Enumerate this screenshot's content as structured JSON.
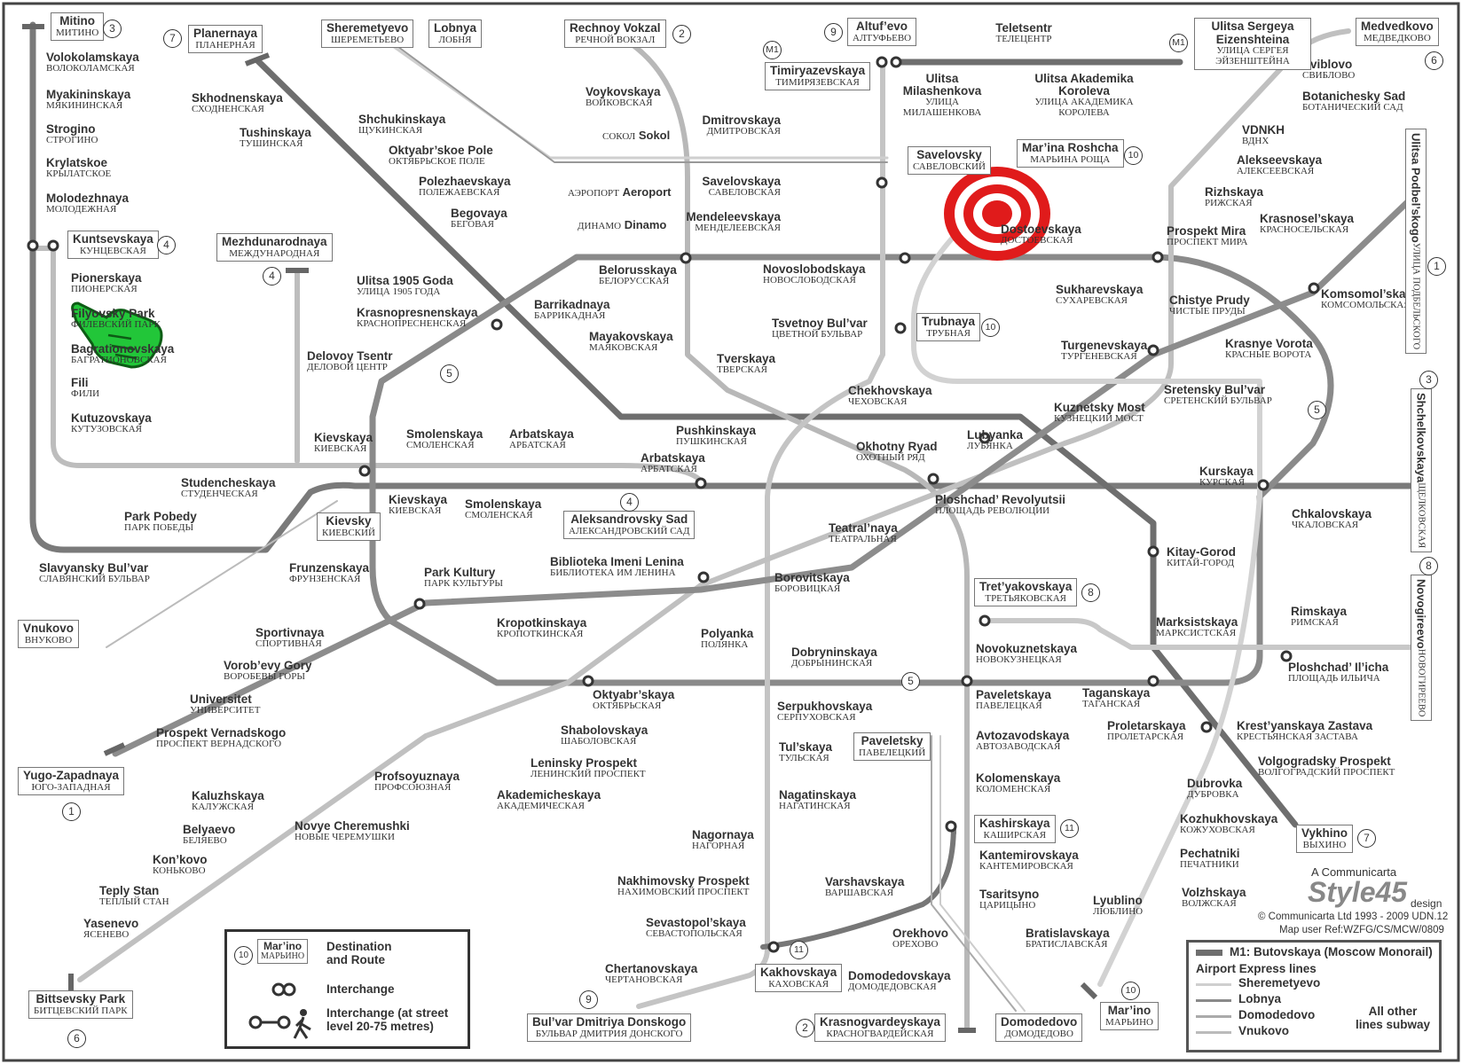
{
  "stations": [
    {
      "key": "mitino_l",
      "en": "Volokolamskaya",
      "ru": "ВОЛОКОЛАМСКАЯ"
    },
    {
      "key": "myak",
      "en": "Myakininskaya",
      "ru": "МЯКИНИНСКАЯ"
    },
    {
      "key": "strog",
      "en": "Strogino",
      "ru": "СТРОГИНО"
    },
    {
      "key": "kryl",
      "en": "Krylatskoe",
      "ru": "КРЫЛАТСКОЕ"
    },
    {
      "key": "molod",
      "en": "Molodezhnaya",
      "ru": "МОЛОДЕЖНАЯ"
    },
    {
      "key": "pion",
      "en": "Pionerskaya",
      "ru": "ПИОНЕРСКАЯ"
    },
    {
      "key": "fili_park",
      "en": "Filyovsky Park",
      "ru": "ФИЛЕВСКИЙ ПАРК"
    },
    {
      "key": "bagr",
      "en": "Bagrationovskaya",
      "ru": "БАГРАТИОНОВСКАЯ"
    },
    {
      "key": "fili",
      "en": "Fili",
      "ru": "ФИЛИ"
    },
    {
      "key": "kutuz",
      "en": "Kutuzovskaya",
      "ru": "КУТУЗОВСКАЯ"
    },
    {
      "key": "stud",
      "en": "Studencheskaya",
      "ru": "СТУДЕНЧЕСКАЯ"
    },
    {
      "key": "ppob",
      "en": "Park Pobedy",
      "ru": "ПАРК ПОБЕДЫ"
    },
    {
      "key": "slav",
      "en": "Slavyansky Bul’var",
      "ru": "СЛАВЯНСКИЙ БУЛЬВАР"
    },
    {
      "key": "skhod",
      "en": "Skhodnenskaya",
      "ru": "СХОДНЕНСКАЯ"
    },
    {
      "key": "tush",
      "en": "Tushinskaya",
      "ru": "ТУШИНСКАЯ"
    },
    {
      "key": "shchuk",
      "en": "Shchukinskaya",
      "ru": "ЩУКИНСКАЯ"
    },
    {
      "key": "okt_pole",
      "en": "Oktyabr’skoe Pole",
      "ru": "ОКТЯБРЬСКОЕ ПОЛЕ"
    },
    {
      "key": "polezh",
      "en": "Polezhaevskaya",
      "ru": "ПОЛЕЖАЕВСКАЯ"
    },
    {
      "key": "beg",
      "en": "Begovaya",
      "ru": "БЕГОВАЯ"
    },
    {
      "key": "u1905",
      "en": "Ulitsa 1905 Goda",
      "ru": "УЛИЦА 1905 ГОДА"
    },
    {
      "key": "krpres",
      "en": "Krasnopresnenskaya",
      "ru": "КРАСНОПРЕСНЕНСКАЯ"
    },
    {
      "key": "barr",
      "en": "Barrikadnaya",
      "ru": "БАРРИКАДНАЯ"
    },
    {
      "key": "delovoy",
      "en": "Delovoy Tsentr",
      "ru": "ДЕЛОВОЙ ЦЕНТР"
    },
    {
      "key": "kiev1",
      "en": "Kievskaya",
      "ru": "КИЕВСКАЯ"
    },
    {
      "key": "kiev2",
      "en": "Kievskaya",
      "ru": "КИЕВСКАЯ"
    },
    {
      "key": "smol1",
      "en": "Smolenskaya",
      "ru": "СМОЛЕНСКАЯ"
    },
    {
      "key": "smol2",
      "en": "Smolenskaya",
      "ru": "СМОЛЕНСКАЯ"
    },
    {
      "key": "arb1",
      "en": "Arbatskaya",
      "ru": "АРБАТСКАЯ"
    },
    {
      "key": "arb2",
      "en": "Arbatskaya",
      "ru": "АРБАТСКАЯ"
    },
    {
      "key": "voyk",
      "en": "Voykovskaya",
      "ru": "ВОЙКОВСКАЯ"
    },
    {
      "key": "belor",
      "en": "Belorusskaya",
      "ru": "БЕЛОРУССКАЯ"
    },
    {
      "key": "mayak",
      "en": "Mayakovskaya",
      "ru": "МАЯКОВСКАЯ"
    },
    {
      "key": "tver",
      "en": "Tverskaya",
      "ru": "ТВЕРСКАЯ"
    },
    {
      "key": "pushk",
      "en": "Pushkinskaya",
      "ru": "ПУШКИНСКАЯ"
    },
    {
      "key": "chekh",
      "en": "Chekhovskaya",
      "ru": "ЧЕХОВСКАЯ"
    },
    {
      "key": "dmitr",
      "en": "Dmitrovskaya",
      "ru": "ДМИТРОВСКАЯ"
    },
    {
      "key": "savel",
      "en": "Savelovskaya",
      "ru": "САВЕЛОВСКАЯ"
    },
    {
      "key": "mendel",
      "en": "Mendeleevskaya",
      "ru": "МЕНДЕЛЕЕВСКАЯ"
    },
    {
      "key": "novosl",
      "en": "Novoslobodskaya",
      "ru": "НОВОСЛОБОДСКАЯ"
    },
    {
      "key": "tsvet",
      "en": "Tsvetnoy Bul’var",
      "ru": "ЦВЕТНОЙ БУЛЬВАР"
    },
    {
      "key": "dost",
      "en": "Dostoevskaya",
      "ru": "ДОСТОЕВСКАЯ"
    },
    {
      "key": "ulmil",
      "en": "Ulitsa\nMilashenkova",
      "ru": "УЛИЦА\nМИЛАШЕНКОВА"
    },
    {
      "key": "ulakad",
      "en": "Ulitsa Akademika\nKoroleva",
      "ru": "УЛИЦА АКАДЕМИКА\nКОРОЛЕВА"
    },
    {
      "key": "telets",
      "en": "Teletsentr",
      "ru": "ТЕЛЕЦЕНТР"
    },
    {
      "key": "sviblovo",
      "en": "Sviblovo",
      "ru": "СВИБЛОВО"
    },
    {
      "key": "botan",
      "en": "Botanichesky Sad",
      "ru": "БОТАНИЧЕСКИЙ САД"
    },
    {
      "key": "vdnkh",
      "en": "VDNKH",
      "ru": "ВДНХ"
    },
    {
      "key": "alekseev",
      "en": "Alekseevskaya",
      "ru": "АЛЕКСЕЕВСКАЯ"
    },
    {
      "key": "rizh",
      "en": "Rizhskaya",
      "ru": "РИЖСКАЯ"
    },
    {
      "key": "krsel",
      "en": "Krasnosel’skaya",
      "ru": "КРАСНОСЕЛЬСКАЯ"
    },
    {
      "key": "pmira",
      "en": "Prospekt Mira",
      "ru": "ПРОСПЕКТ МИРА"
    },
    {
      "key": "sukh",
      "en": "Sukharevskaya",
      "ru": "СУХАРЕВСКАЯ"
    },
    {
      "key": "chprud",
      "en": "Chistye Prudy",
      "ru": "ЧИСТЫЕ ПРУДЫ"
    },
    {
      "key": "turg",
      "en": "Turgenevskaya",
      "ru": "ТУРГЕНЕВСКАЯ"
    },
    {
      "key": "krvor",
      "en": "Krasnye Vorota",
      "ru": "КРАСНЫЕ ВОРОТА"
    },
    {
      "key": "sret",
      "en": "Sretensky Bul’var",
      "ru": "СРЕТЕНСКИЙ БУЛЬВАР"
    },
    {
      "key": "komsom",
      "en": "Komsomol’skaya",
      "ru": "КОМСОМОЛЬСКАЯ"
    },
    {
      "key": "kuzn",
      "en": "Kuznetsky Most",
      "ru": "КУЗНЕЦКИЙ МОСТ"
    },
    {
      "key": "lub",
      "en": "Lubyanka",
      "ru": "ЛУБЯНКА"
    },
    {
      "key": "ohr",
      "en": "Okhotny Ryad",
      "ru": "ОХОТНЫЙ РЯД"
    },
    {
      "key": "pl_rev",
      "en": "Ploshchad’ Revolyutsii",
      "ru": "ПЛОЩАДЬ РЕВОЛЮЦИИ"
    },
    {
      "key": "teatr",
      "en": "Teatral’naya",
      "ru": "ТЕАТРАЛЬНАЯ"
    },
    {
      "key": "kursk",
      "en": "Kurskaya",
      "ru": "КУРСКАЯ"
    },
    {
      "key": "chkal",
      "en": "Chkalovskaya",
      "ru": "ЧКАЛОВСКАЯ"
    },
    {
      "key": "kitay",
      "en": "Kitay-Gorod",
      "ru": "КИТАЙ-ГОРОД"
    },
    {
      "key": "bibl",
      "en": "Biblioteka Imeni Lenina",
      "ru": "БИБЛИОТЕКА ИМ ЛЕНИНА"
    },
    {
      "key": "borov",
      "en": "Borovitskaya",
      "ru": "БОРОВИЦКАЯ"
    },
    {
      "key": "frunz",
      "en": "Frunzenskaya",
      "ru": "ФРУНЗЕНСКАЯ"
    },
    {
      "key": "pkult",
      "en": "Park Kultury",
      "ru": "ПАРК КУЛЬТУРЫ"
    },
    {
      "key": "kropot",
      "en": "Kropotkinskaya",
      "ru": "КРОПОТКИНСКАЯ"
    },
    {
      "key": "sportiv",
      "en": "Sportivnaya",
      "ru": "СПОРТИВНАЯ"
    },
    {
      "key": "vorob",
      "en": "Vorob’evy Gory",
      "ru": "ВОРОБЕВЫ ГОРЫ"
    },
    {
      "key": "univ",
      "en": "Universitet",
      "ru": "УНИВЕРСИТЕТ"
    },
    {
      "key": "pvern",
      "en": "Prospekt Vernadskogo",
      "ru": "ПРОСПЕКТ ВЕРНАДСКОГО"
    },
    {
      "key": "polyanka",
      "en": "Polyanka",
      "ru": "ПОЛЯНКА"
    },
    {
      "key": "dobr",
      "en": "Dobryninskaya",
      "ru": "ДОБРЫНИНСКАЯ"
    },
    {
      "key": "serp",
      "en": "Serpukhovskaya",
      "ru": "СЕРПУХОВСКАЯ"
    },
    {
      "key": "oktyab",
      "en": "Oktyabr’skaya",
      "ru": "ОКТЯБРЬСКАЯ"
    },
    {
      "key": "shabol",
      "en": "Shabolovskaya",
      "ru": "ШАБОЛОВСКАЯ"
    },
    {
      "key": "lenpr",
      "en": "Leninsky Prospekt",
      "ru": "ЛЕНИНСКИЙ ПРОСПЕКТ"
    },
    {
      "key": "akadem",
      "en": "Akademicheskaya",
      "ru": "АКАДЕМИЧЕСКАЯ"
    },
    {
      "key": "profs",
      "en": "Profsoyuznaya",
      "ru": "ПРОФСОЮЗНАЯ"
    },
    {
      "key": "novcher",
      "en": "Novye Cheremushki",
      "ru": "НОВЫЕ ЧЕРЕМУШКИ"
    },
    {
      "key": "kaluzh",
      "en": "Kaluzhskaya",
      "ru": "КАЛУЖСКАЯ"
    },
    {
      "key": "belyaevo",
      "en": "Belyaevo",
      "ru": "БЕЛЯЕВО"
    },
    {
      "key": "konkovo",
      "en": "Kon’kovo",
      "ru": "КОНЬКОВО"
    },
    {
      "key": "teply",
      "en": "Teply Stan",
      "ru": "ТЕПЛЫЙ СТАН"
    },
    {
      "key": "yasen",
      "en": "Yasenevo",
      "ru": "ЯСЕНЕВО"
    },
    {
      "key": "tulsk",
      "en": "Tul’skaya",
      "ru": "ТУЛЬСКАЯ"
    },
    {
      "key": "nagat",
      "en": "Nagatinskaya",
      "ru": "НАГАТИНСКАЯ"
    },
    {
      "key": "nagorn",
      "en": "Nagornaya",
      "ru": "НАГОРНАЯ"
    },
    {
      "key": "nakhim",
      "en": "Nakhimovsky Prospekt",
      "ru": "НАХИМОВСКИЙ ПРОСПЕКТ"
    },
    {
      "key": "sevast",
      "en": "Sevastopol’skaya",
      "ru": "СЕВАСТОПОЛЬСКАЯ"
    },
    {
      "key": "chert",
      "en": "Chertanovskaya",
      "ru": "ЧЕРТАНОВСКАЯ"
    },
    {
      "key": "varsh",
      "en": "Varshavskaya",
      "ru": "ВАРШАВСКАЯ"
    },
    {
      "key": "novokuz",
      "en": "Novokuznetskaya",
      "ru": "НОВОКУЗНЕЦКАЯ"
    },
    {
      "key": "pavel",
      "en": "Paveletskaya",
      "ru": "ПАВЕЛЕЦКАЯ"
    },
    {
      "key": "avtoz",
      "en": "Avtozavodskaya",
      "ru": "АВТОЗАВОДСКАЯ"
    },
    {
      "key": "kolom",
      "en": "Kolomenskaya",
      "ru": "КОЛОМЕНСКАЯ"
    },
    {
      "key": "kantem",
      "en": "Kantemirovskaya",
      "ru": "КАНТЕМИРОВСКАЯ"
    },
    {
      "key": "tsarits",
      "en": "Tsaritsyno",
      "ru": "ЦАРИЦЫНО"
    },
    {
      "key": "orekh",
      "en": "Orekhovo",
      "ru": "ОРЕХОВО"
    },
    {
      "key": "domod",
      "en": "Domodedovskaya",
      "ru": "ДОМОДЕДОВСКАЯ"
    },
    {
      "key": "bratis",
      "en": "Bratislavskaya",
      "ru": "БРАТИСЛАВСКАЯ"
    },
    {
      "key": "lyubl",
      "en": "Lyublino",
      "ru": "ЛЮБЛИНО"
    },
    {
      "key": "volzh",
      "en": "Volzhskaya",
      "ru": "ВОЛЖСКАЯ"
    },
    {
      "key": "pech",
      "en": "Pechatniki",
      "ru": "ПЕЧАТНИКИ"
    },
    {
      "key": "kozh",
      "en": "Kozhukhovskaya",
      "ru": "КОЖУХОВСКАЯ"
    },
    {
      "key": "dubr",
      "en": "Dubrovka",
      "ru": "ДУБРОВКА"
    },
    {
      "key": "volgpr",
      "en": "Volgogradsky Prospekt",
      "ru": "ВОЛГОГРАДСКИЙ ПРОСПЕКТ"
    },
    {
      "key": "kresty",
      "en": "Krest’yanskaya Zastava",
      "ru": "КРЕСТЬЯНСКАЯ ЗАСТАВА"
    },
    {
      "key": "prolet",
      "en": "Proletarskaya",
      "ru": "ПРОЛЕТАРСКАЯ"
    },
    {
      "key": "tagan",
      "en": "Taganskaya",
      "ru": "ТАГАНСКАЯ"
    },
    {
      "key": "marks",
      "en": "Marksistskaya",
      "ru": "МАРКСИСТСКАЯ"
    },
    {
      "key": "rimsk",
      "en": "Rimskaya",
      "ru": "РИМСКАЯ"
    },
    {
      "key": "pl_ilich",
      "en": "Ploshchad’ Il’icha",
      "ru": "ПЛОЩАДЬ ИЛЬИЧА"
    }
  ],
  "terminals": [
    {
      "key": "mitino",
      "en": "Mitino",
      "ru": "МИТИНО",
      "num": "3"
    },
    {
      "key": "planern",
      "en": "Planernaya",
      "ru": "ПЛАНЕРНАЯ",
      "num": "7"
    },
    {
      "key": "sheremet",
      "en": "Sheremetyevo",
      "ru": "ШЕРЕМЕТЬЕВО"
    },
    {
      "key": "lobnya",
      "en": "Lobnya",
      "ru": "ЛОБНЯ"
    },
    {
      "key": "rechnoy",
      "en": "Rechnoy Vokzal",
      "ru": "РЕЧНОЙ ВОКЗАЛ",
      "num": "2"
    },
    {
      "key": "altuf",
      "en": "Altuf’evo",
      "ru": "АЛТУФЬЕВО",
      "num": "9"
    },
    {
      "key": "timir",
      "en": "Timiryazevskaya",
      "ru": "ТИМИРЯЗЕВСКАЯ",
      "num": "M1"
    },
    {
      "key": "ulsergeya",
      "en": "Ulitsa Sergeya Eizenshteina",
      "ru": "УЛИЦА СЕРГЕЯ ЭЙЗЕНШТЕЙНА",
      "num": "M1"
    },
    {
      "key": "medved",
      "en": "Medvedkovo",
      "ru": "МЕДВЕДКОВО",
      "num": "6"
    },
    {
      "key": "kuntsev",
      "en": "Kuntsevskaya",
      "ru": "КУНЦЕВСКАЯ",
      "num": "4"
    },
    {
      "key": "mezhdun",
      "en": "Mezhdunarodnaya",
      "ru": "МЕЖДУНАРОДНАЯ",
      "num": "4"
    },
    {
      "key": "savelovsky",
      "en": "Savelovsky",
      "ru": "САВЕЛОВСКИЙ"
    },
    {
      "key": "marina",
      "en": "Mar’ina Roshcha",
      "ru": "МАРЬИНА РОЩА",
      "num": "10"
    },
    {
      "key": "trub",
      "en": "Trubnaya",
      "ru": "ТРУБНАЯ",
      "num": "10"
    },
    {
      "key": "kievsky",
      "en": "Kievsky",
      "ru": "КИЕВСКИЙ"
    },
    {
      "key": "aleksandr",
      "en": "Aleksandrovsky Sad",
      "ru": "АЛЕКСАНДРОВСКИЙ САД",
      "num": "4"
    },
    {
      "key": "vnukovo",
      "en": "Vnukovo",
      "ru": "ВНУКОВО"
    },
    {
      "key": "yugozap",
      "en": "Yugo-Zapadnaya",
      "ru": "ЮГО-ЗАПАДНАЯ",
      "num": "1"
    },
    {
      "key": "tretyak",
      "en": "Tret’yakovskaya",
      "ru": "ТРЕТЬЯКОВСКАЯ",
      "num": "8"
    },
    {
      "key": "paveletsky",
      "en": "Paveletsky",
      "ru": "ПАВЕЛЕЦКИЙ"
    },
    {
      "key": "kashir",
      "en": "Kashirskaya",
      "ru": "КАШИРСКАЯ",
      "num": "11"
    },
    {
      "key": "kakhov",
      "en": "Kakhovskaya",
      "ru": "КАХОВСКАЯ",
      "num": "11"
    },
    {
      "key": "bitsev",
      "en": "Bittsevsky Park",
      "ru": "БИТЦЕВСКИЙ ПАРК",
      "num": "6"
    },
    {
      "key": "bulvar",
      "en": "Bul’var Dmitriya Donskogo",
      "ru": "БУЛЬВАР ДМИТРИЯ ДОНСКОГО",
      "num": "9"
    },
    {
      "key": "krasnogv",
      "en": "Krasnogvardeyskaya",
      "ru": "КРАСНОГВАРДЕЙСКАЯ",
      "num": "2"
    },
    {
      "key": "domodedovo",
      "en": "Domodedovo",
      "ru": "ДОМОДЕДОВО"
    },
    {
      "key": "marino",
      "en": "Mar’ino",
      "ru": "МАРЬИНО",
      "num": "10"
    },
    {
      "key": "vykhino",
      "en": "Vykhino",
      "ru": "ВЫХИНО",
      "num": "7"
    }
  ],
  "vertical_terminals": [
    {
      "key": "podbel",
      "en": "Ulitsa Podbel’skogo",
      "ru": "УЛИЦА ПОДБЕЛЬСКОГО",
      "num": "1"
    },
    {
      "key": "shchel",
      "en": "Shchelkovskaya",
      "ru": "ЩЕЛКОВСКАЯ",
      "num": "3"
    },
    {
      "key": "novogir",
      "en": "Novogireevo",
      "ru": "НОВОГИРЕЕВО",
      "num": "8"
    }
  ],
  "inline_stations": [
    {
      "key": "sokol",
      "ru": "СОКОЛ",
      "en": "Sokol"
    },
    {
      "key": "aeroport",
      "ru": "АЭРОПОРТ",
      "en": "Aeroport"
    },
    {
      "key": "dinamo",
      "ru": "ДИНАМО",
      "en": "Dinamo"
    }
  ],
  "line_numbers": [
    "5",
    "5",
    "5"
  ],
  "legend": {
    "sample_name": "Mar’ino",
    "sample_ru": "МАРЬИНО",
    "sample_num": "10",
    "destination_label": "Destination\nand Route",
    "interchange_label": "Interchange",
    "street_label": "Interchange (at street\nlevel 20-75 metres)"
  },
  "legend2": {
    "monorail_label": "M1: Butovskaya (Moscow Monorail)",
    "express_title": "Airport Express lines",
    "express_lines": [
      "Sheremetyevo",
      "Lobnya",
      "Domodedovo",
      "Vnukovo"
    ],
    "other_note": "All other\nlines subway"
  },
  "credit": {
    "a": "A Communicarta",
    "style": "Style45",
    "design": "design",
    "copyright": "© Communicarta Ltd 1993 - 2009 UDN.12",
    "ref": "Map user Ref:WZFG/CS/MCW/0809"
  },
  "colors": {
    "line_dark": "#777777",
    "line_mid": "#9a9a9a",
    "line_light": "#c8c8c8",
    "target_red": "#e01b1b",
    "hand_green": "#22c639"
  }
}
